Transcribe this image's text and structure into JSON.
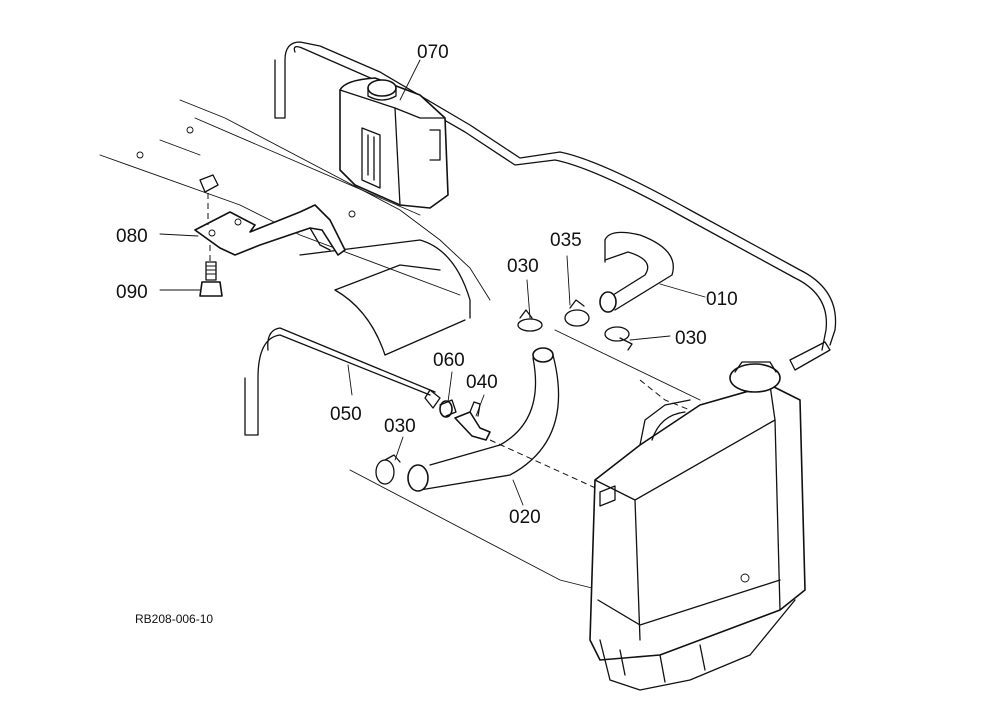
{
  "parts": [
    {
      "id": "p070",
      "label": "070"
    },
    {
      "id": "p080",
      "label": "080"
    },
    {
      "id": "p090",
      "label": "090"
    },
    {
      "id": "p030a",
      "label": "030"
    },
    {
      "id": "p035",
      "label": "035"
    },
    {
      "id": "p010",
      "label": "010"
    },
    {
      "id": "p030b",
      "label": "030"
    },
    {
      "id": "p060",
      "label": "060"
    },
    {
      "id": "p040",
      "label": "040"
    },
    {
      "id": "p050",
      "label": "050"
    },
    {
      "id": "p030c",
      "label": "030"
    },
    {
      "id": "p020",
      "label": "020"
    }
  ],
  "drawing_ref": "RB208-006-10"
}
